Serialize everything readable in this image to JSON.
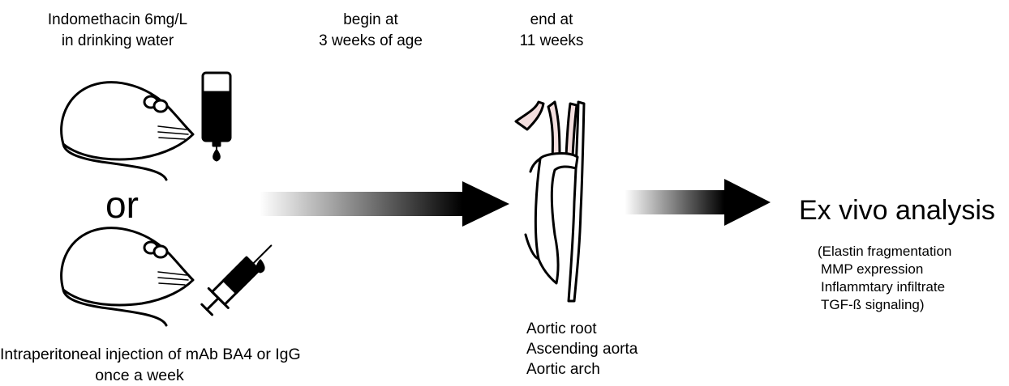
{
  "oral": {
    "line1": "Indomethacin 6mg/L",
    "line2": "in drinking water"
  },
  "timeline": {
    "begin_line1": "begin at",
    "begin_line2": "3 weeks of age",
    "end_line1": "end at",
    "end_line2": "11 weeks"
  },
  "or_label": "or",
  "injection": {
    "line1": "Intraperitoneal injection of mAb BA4 or IgG",
    "line2": "once a week"
  },
  "aorta_regions": [
    "Aortic root",
    "Ascending aorta",
    "Aortic arch"
  ],
  "analysis": {
    "title": "Ex vivo analysis",
    "items": [
      "(Elastin fragmentation",
      "MMP expression",
      "Inflammtary infiltrate",
      "TGF-ß signaling)"
    ]
  },
  "colors": {
    "arrow_dark": "#000000",
    "arrow_light": "#ffffff",
    "aorta_fill": "#f7e8e8"
  },
  "icons": [
    "mouse-icon",
    "water-bottle-icon",
    "syringe-icon",
    "aorta-icon",
    "arrow-icon"
  ]
}
